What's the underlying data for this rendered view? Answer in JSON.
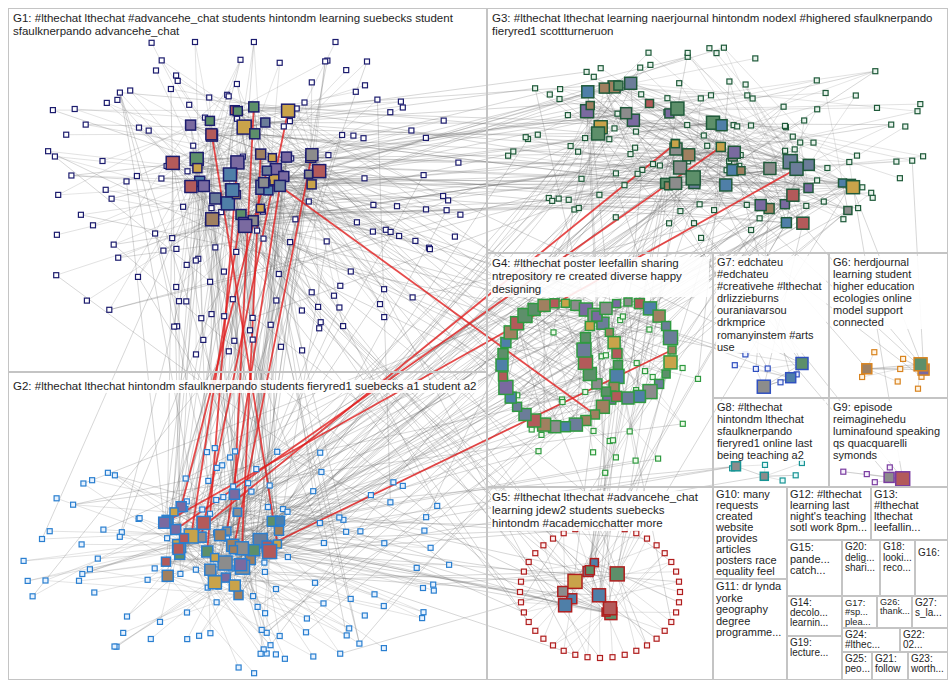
{
  "diagram": {
    "nodes": [
      {
        "text": [
          "G1: #lthechat lthechat #advancehe_chat students hintondm learning suebecks student sfaulknerpando advancehe_chat"
        ]
      },
      {
        "text": [
          "G3: #lthechat lthechat learning naerjournal hintondm nodexl #highered sfaulknerpando fieryred1 scottturneruon"
        ]
      },
      {
        "text": [
          "G2: #lthechat lthechat hintondm sfaulknerpando students fieryred1 suebecks a1 student a2"
        ]
      },
      {
        "text": [
          "G4: #lthechat poster leefallin sharing ntrepository re created diverse happy designing"
        ]
      },
      {
        "text": [
          "G7: edchateu #edchateu #creativehe #lthechat drlizzieburns ouraniavarsou drkmprice romanyinstem #arts use"
        ]
      },
      {
        "text": [
          "G6: herdjournal learning student higher education ecologies online model support connected"
        ]
      },
      {
        "text": [
          "G8: #lthechat hintondm lthechat sfaulknerpando fieryred1 online last being teaching a2"
        ]
      },
      {
        "text": [
          "G9: episode reimaginehedu luminafound speaking qs quacquarelli symonds"
        ]
      },
      {
        "text": [
          "G5: #lthechat lthechat #advancehe_chat learning jdew2 students suebecks hintondm #academicchatter more"
        ]
      },
      {
        "text": [
          "G10: many requests created website provides articles posters race equality feel"
        ]
      },
      {
        "text": [
          "G12: #lthechat learning last night's teaching sotl work 8pm..."
        ]
      },
      {
        "text": [
          "G13: #lthechat lthechat leefallin..."
        ]
      },
      {
        "text": [
          "G11: dr lynda yorke geography degree programme..."
        ]
      },
      {
        "text": [
          "G15: pande... catch..."
        ]
      },
      {
        "text": [
          "G20: delig... shari..."
        ]
      },
      {
        "text": [
          "G18: looki... reco..."
        ]
      },
      {
        "text": [
          "G16:"
        ]
      },
      {
        "text": [
          "G14: decolo... learnin..."
        ]
      },
      {
        "text": [
          "G17: #sp... plea..."
        ]
      },
      {
        "text": [
          "G26: thank..."
        ]
      },
      {
        "text": [
          "G27: s_la..."
        ]
      },
      {
        "text": [
          "G24: #lthec..."
        ]
      },
      {
        "text": [
          "G22: 02..."
        ]
      },
      {
        "text": [
          "G19: lecture..."
        ]
      },
      {
        "text": [
          "G25: peo..."
        ]
      },
      {
        "text": [
          "G21: follow"
        ]
      },
      {
        "text": [
          "G23: worth..."
        ]
      }
    ]
  }
}
